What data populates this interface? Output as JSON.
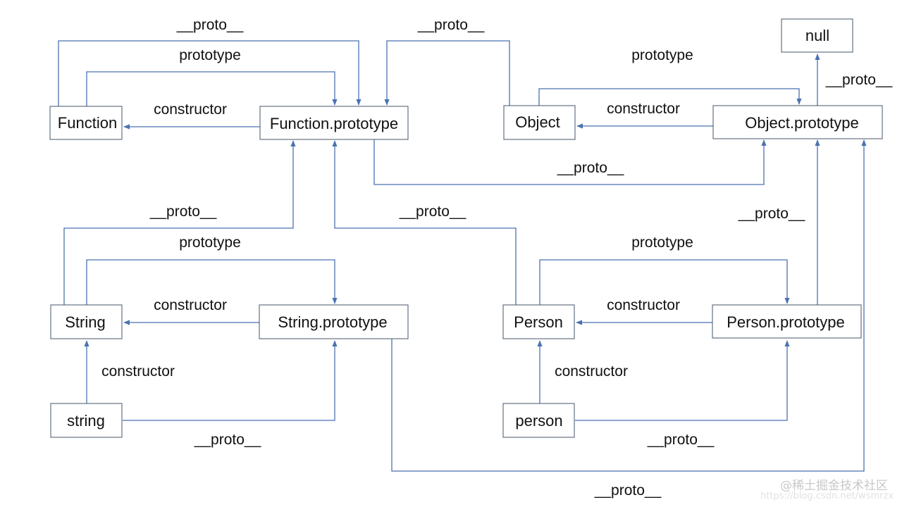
{
  "nodes": {
    "function": "Function",
    "function_prototype": "Function.prototype",
    "object": "Object",
    "object_prototype": "Object.prototype",
    "null": "null",
    "string": "String",
    "string_prototype": "String.prototype",
    "string_instance": "string",
    "person": "Person",
    "person_prototype": "Person.prototype",
    "person_instance": "person"
  },
  "edge_labels": {
    "function_proto": "__proto__",
    "function_prototype": "prototype",
    "function_constructor": "constructor",
    "object_proto": "__proto__",
    "object_prototype": "prototype",
    "object_constructor": "constructor",
    "object_prototype_proto": "__proto__",
    "function_prototype_proto": "__proto__",
    "string_proto": "__proto__",
    "person_proto": "__proto__",
    "person_prototype_proto": "__proto__",
    "string_prototype": "prototype",
    "string_constructor": "constructor",
    "person_prototype": "prototype",
    "person_constructor": "constructor",
    "string_instance_constructor": "constructor",
    "person_instance_constructor": "constructor",
    "string_instance_proto": "__proto__",
    "person_instance_proto": "__proto__",
    "string_prototype_proto": "__proto__"
  },
  "watermark": {
    "text": "@稀土掘金技术社区",
    "url": "https://blog.csdn.net/wsmrzx"
  }
}
